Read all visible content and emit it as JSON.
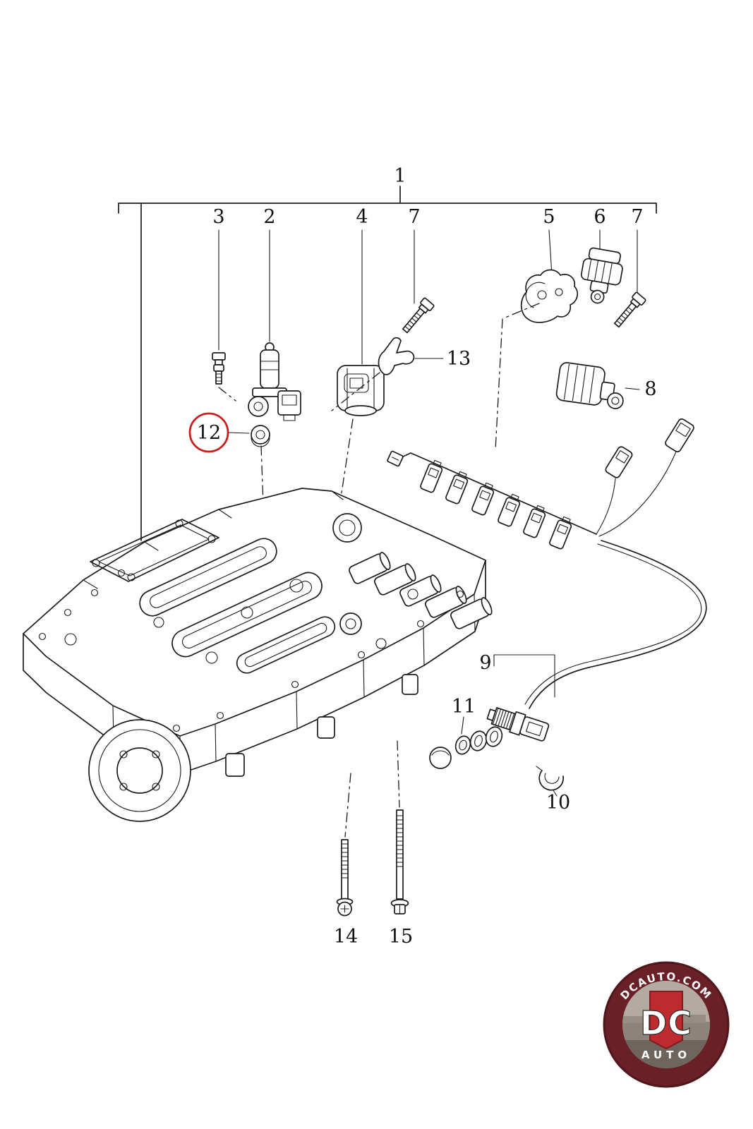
{
  "diagram": {
    "type": "exploded-parts-diagram",
    "callouts": {
      "n1": "1",
      "n2": "2",
      "n3": "3",
      "n4": "4",
      "n5": "5",
      "n6": "6",
      "n7": "7",
      "n8": "8",
      "n9": "9",
      "n10": "10",
      "n11": "11",
      "n12": "12",
      "n13": "13",
      "n14": "14",
      "n15": "15"
    },
    "highlighted_callout": "12",
    "colors": {
      "line": "#1c1c1c",
      "highlight_circle": "#c8201d",
      "background": "#ffffff"
    }
  },
  "logo": {
    "arc_text": "DCAUTO.COM",
    "monogram": "DC",
    "subtext": "AUTO",
    "colors": {
      "ring": "#692026",
      "banner": "#bf2a2e"
    }
  }
}
